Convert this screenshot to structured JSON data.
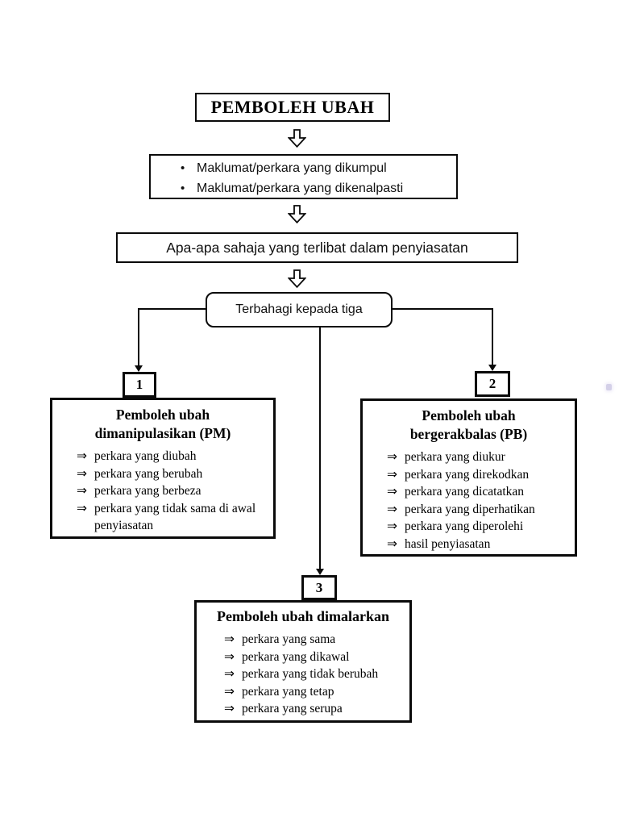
{
  "document": {
    "title_box": "PEMBOLEH UBAH",
    "info_box": {
      "items": [
        "Maklumat/perkara yang dikumpul",
        "Maklumat/perkara yang dikenalpasti"
      ]
    },
    "scope_box": "Apa-apa sahaja yang terlibat dalam penyiasatan",
    "split_box": "Terbahagi kepada tiga",
    "branches": {
      "pm": {
        "number": "1",
        "title_line1": "Pemboleh ubah",
        "title_line2": "dimanipulasikan (PM)",
        "items": [
          "perkara yang diubah",
          "perkara yang berubah",
          "perkara yang berbeza",
          "perkara yang tidak sama di awal penyiasatan"
        ]
      },
      "pb": {
        "number": "2",
        "title_line1": "Pemboleh ubah",
        "title_line2": "bergerakbalas (PB)",
        "items": [
          "perkara yang diukur",
          "perkara yang direkodkan",
          "perkara yang dicatatkan",
          "perkara yang diperhatikan",
          "perkara yang diperolehi",
          "hasil penyiasatan"
        ]
      },
      "pc": {
        "number": "3",
        "title": "Pemboleh ubah dimalarkan",
        "items": [
          "perkara yang sama",
          "perkara yang dikawal",
          "perkara yang tidak berubah",
          "perkara yang tetap",
          "perkara yang serupa"
        ]
      }
    }
  },
  "glyphs": {
    "bullet": "•",
    "item_marker": "⇒"
  },
  "colors": {
    "ink": "#0a0a0a",
    "paper": "#ffffff"
  }
}
